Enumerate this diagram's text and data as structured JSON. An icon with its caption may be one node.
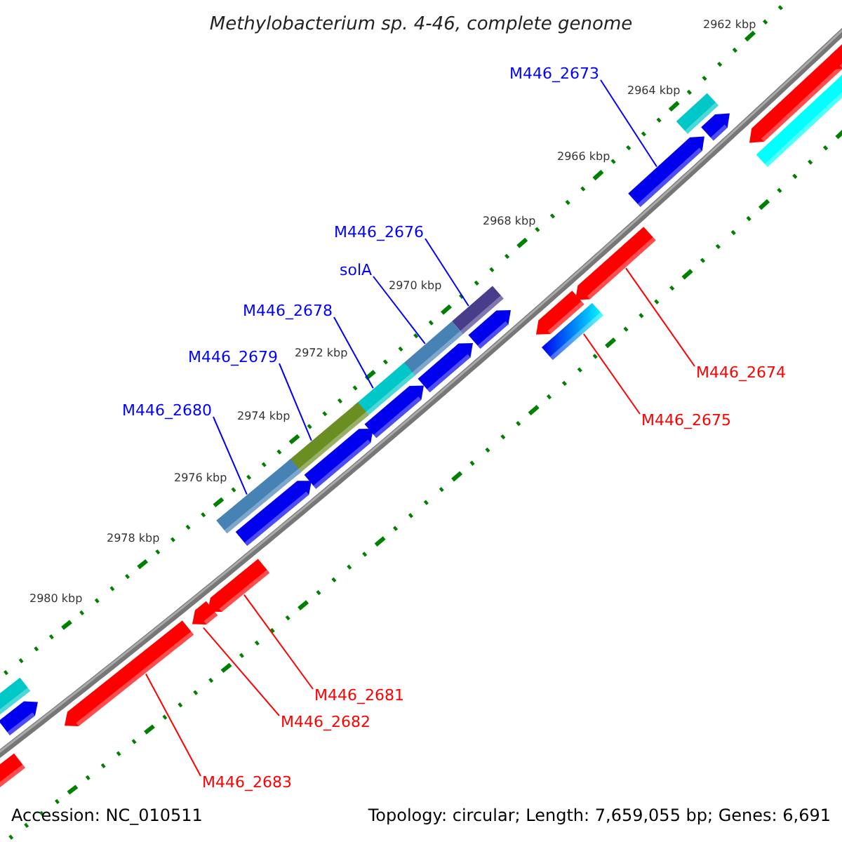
{
  "diagram": {
    "title": "Methylobacterium sp. 4-46, complete genome",
    "nodes": [
      {
        "text": [
          "M446_2673"
        ]
      },
      {
        "text": [
          "M446_2676"
        ]
      },
      {
        "text": [
          "solA"
        ]
      },
      {
        "text": [
          "M446_2678"
        ]
      },
      {
        "text": [
          "M446_2679"
        ]
      },
      {
        "text": [
          "M446_2674"
        ]
      },
      {
        "text": [
          "M446_2680"
        ]
      },
      {
        "text": [
          "M446_2675"
        ]
      },
      {
        "text": [
          "M446_2681"
        ]
      },
      {
        "text": [
          "M446_2682"
        ]
      },
      {
        "text": [
          "M446_2683"
        ]
      },
      {
        "text": [],
        "shape": "arrow"
      },
      {
        "text": [],
        "shape": "bar"
      },
      {
        "text": [],
        "shape": "bar"
      },
      {
        "text": [],
        "shape": "bar"
      },
      {
        "text": [],
        "shape": "bar"
      },
      {
        "text": [],
        "shape": "arrow"
      },
      {
        "text": [],
        "shape": "bar"
      },
      {
        "text": [],
        "shape": "bar"
      },
      {
        "text": [],
        "shape": "arrow"
      },
      {
        "text": [],
        "shape": "arrow"
      },
      {
        "text": [],
        "shape": "arrow"
      }
    ],
    "edges": [
      {
        "from": 0,
        "to": 11,
        "arrow": "none"
      },
      {
        "from": 1,
        "to": 12,
        "arrow": "none"
      },
      {
        "from": 2,
        "to": 13,
        "arrow": "none"
      },
      {
        "from": 3,
        "to": 14,
        "arrow": "none"
      },
      {
        "from": 4,
        "to": 15,
        "arrow": "none"
      },
      {
        "from": 5,
        "to": 16,
        "arrow": "none",
        "color": "#ff0000"
      },
      {
        "from": 6,
        "to": 17,
        "arrow": "none"
      },
      {
        "from": 7,
        "to": 18,
        "arrow": "none",
        "color": "#ff0000"
      },
      {
        "from": 8,
        "to": 19,
        "arrow": "none",
        "color": "#ff0000"
      },
      {
        "from": 9,
        "to": 20,
        "arrow": "none",
        "color": "#ff0000"
      },
      {
        "from": 10,
        "to": 21,
        "arrow": "none",
        "color": "#ff0000"
      }
    ],
    "labels": [
      "2962 kbp",
      "2964 kbp",
      "2966 kbp",
      "2968 kbp",
      "2970 kbp",
      "2972 kbp",
      "2974 kbp",
      "2976 kbp",
      "2978 kbp",
      "2980 kbp",
      "Accession: NC_010511",
      "Topology: circular; Length: 7,659,055 bp; Genes: 6,691"
    ]
  }
}
